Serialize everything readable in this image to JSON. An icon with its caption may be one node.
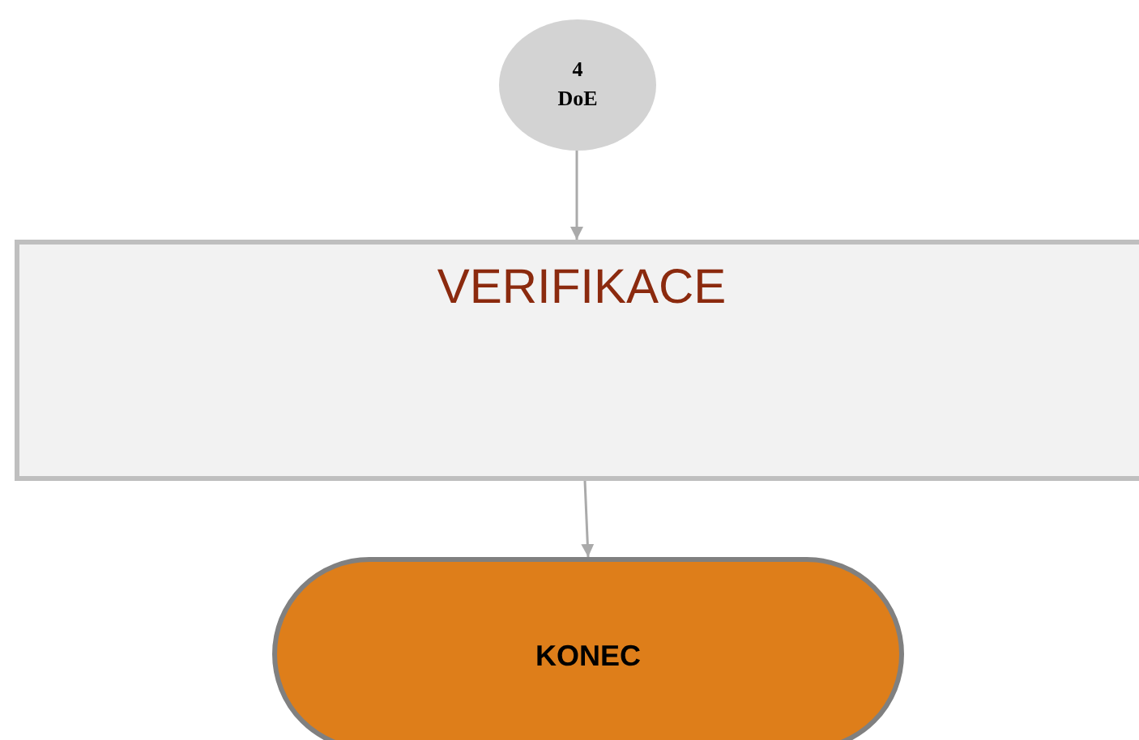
{
  "diagram": {
    "nodes": [
      {
        "text": [
          "4 DoE"
        ]
      },
      {
        "text": [
          "VERIFIKACE"
        ]
      },
      {
        "text": [
          "KONEC"
        ]
      }
    ],
    "edges": [
      {
        "from": 0,
        "to": 1,
        "arrow": "to"
      },
      {
        "from": 1,
        "to": 2,
        "arrow": "to"
      }
    ]
  }
}
